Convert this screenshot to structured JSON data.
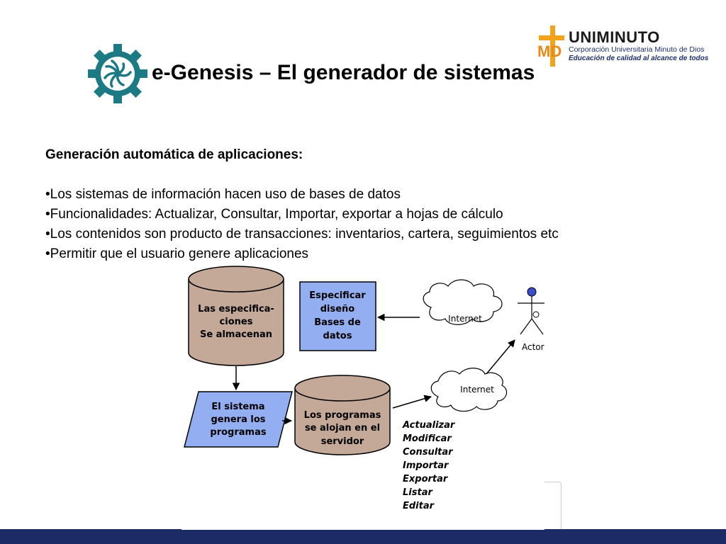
{
  "slide": {
    "title": "e-Genesis – El generador de sistemas"
  },
  "logo": {
    "name": "UNIMINUTO",
    "subtitle": "Corporación Universitaria Minuto de Dios",
    "tagline": "Educación de calidad al alcance de todos",
    "mark": "MD"
  },
  "content": {
    "heading": "Generación automática de aplicaciones:",
    "bullets": [
      "Los sistemas de información hacen uso de bases de datos",
      "Funcionalidades: Actualizar, Consultar, Importar, exportar a hojas de cálculo",
      "Los contenidos son producto de transacciones: inventarios, cartera, seguimientos etc",
      "Permitir que el  usuario genere aplicaciones"
    ]
  },
  "diagram": {
    "store_specs": [
      "Las especifica-",
      "ciones",
      "Se almacenan"
    ],
    "specify_box": [
      "Especificar",
      "diseño",
      "Bases de",
      "datos"
    ],
    "internet_top": "Internet",
    "actor": "Actor",
    "generate_box": [
      "El sistema",
      "genera los",
      "programas"
    ],
    "server_store": [
      "Los programas",
      "se alojan en el",
      "servidor"
    ],
    "internet_bottom": "Internet",
    "operations": [
      "Actualizar",
      "Modificar",
      "Consultar",
      "Importar",
      "Exportar",
      "Listar",
      "Editar"
    ]
  },
  "colors": {
    "cylinder_fill": "#c4a898",
    "box_fill": "#94aef2",
    "bottom_bar": "#1c2a66",
    "gear": "#1b7a84",
    "logo_text": "#1c2e6b"
  }
}
